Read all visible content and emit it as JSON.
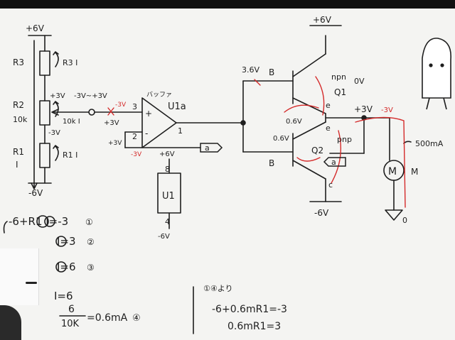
{
  "window": {
    "title": ""
  },
  "colors": {
    "ink": "#1e1e1e",
    "red": "#d42a2a",
    "board": "#f4f4f2"
  },
  "left_circuit": {
    "top_supply": "+6V",
    "r3": "R3",
    "r3_current": "R3 I",
    "r2": "R2",
    "r2_value": "10k",
    "r2_current": "10k I",
    "r2_top_v": "+3V",
    "r2_bottom_v": "-3V",
    "r1": "R1",
    "r1_sub": "I",
    "r1_current": "R1 I",
    "bottom_supply": "-6V",
    "wiper_range": "-3V~+3V",
    "wiper_v": "+3V"
  },
  "opamp": {
    "label": "U1a",
    "part": "バッファ",
    "pin_plus": "3",
    "pin_minus": "2",
    "pin_out": "1",
    "plus_v": "+3V",
    "minus_red_v": "-3V",
    "plus_red_v": "-3V",
    "feedback_v": "+3V",
    "out_tag": "a"
  },
  "power_block": {
    "top": "+6V",
    "pin_top": "8",
    "label": "U1",
    "pin_bottom": "4",
    "bottom": "-6V"
  },
  "transistors": {
    "top_supply": "+6V",
    "bottom_supply": "-6V",
    "base_v": "3.6V",
    "b_top": "B",
    "b_bottom": "B",
    "npn": "npn",
    "q1": "Q1",
    "q1_v": "0V",
    "q2": "Q2",
    "pnp": "pnp",
    "e_top": "e",
    "e_bottom": "e",
    "c_bottom": "c",
    "vbe_top": "0.6V",
    "vbe_bottom": "0.6V",
    "out_v": "+3V",
    "out_red_v": "-3V",
    "tag": "a"
  },
  "motor": {
    "current": "500mA",
    "symbol": "M",
    "label": "M",
    "ground": "0"
  },
  "equations_left": {
    "eq1": "-6+R1 I=-3",
    "eq1_num": "①",
    "eq2": "I=3",
    "eq2_num": "②",
    "eq3": "I=6",
    "eq3_num": "③",
    "i_eq": "I=6",
    "frac_num": "6",
    "frac_den": "10K",
    "frac_result": "=0.6mA",
    "frac_num_mark": "④"
  },
  "equations_right": {
    "header": "①④より",
    "line1": "-6+0.6mR1=-3",
    "line2": "0.6mR1=3"
  }
}
